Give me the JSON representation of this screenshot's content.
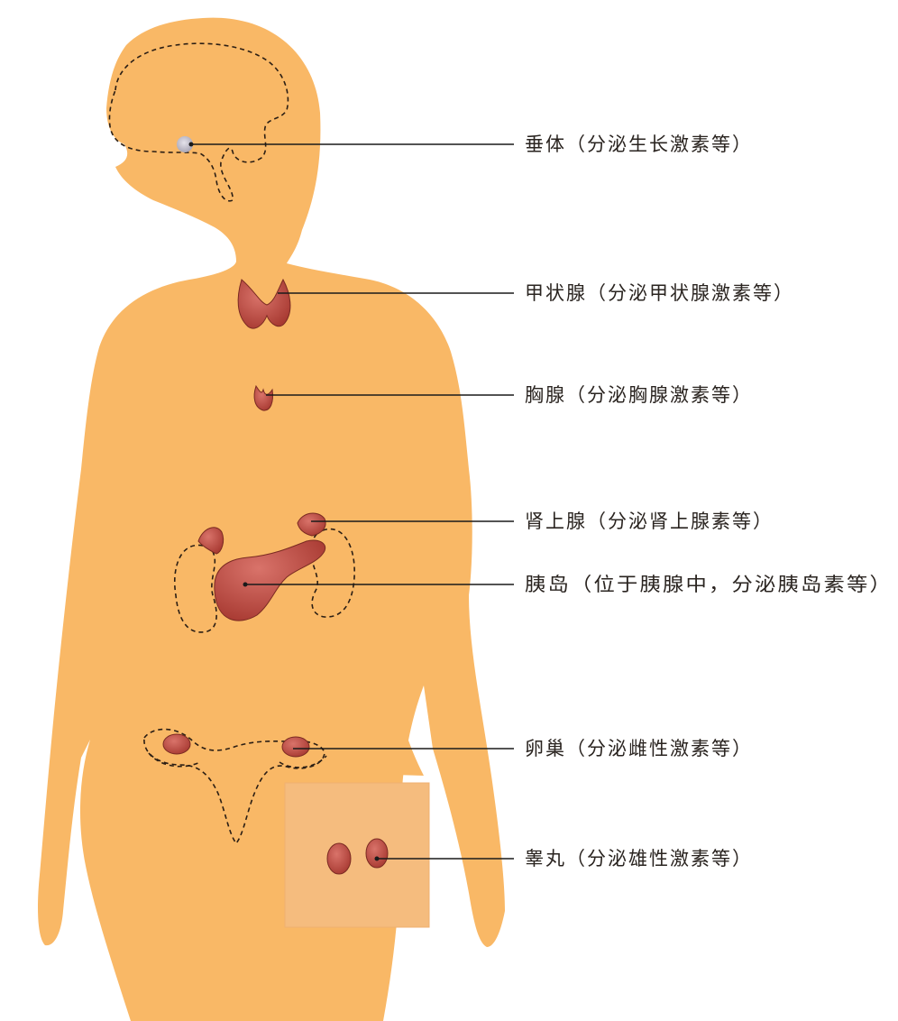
{
  "labels": {
    "pituitary": "垂体（分泌生长激素等）",
    "thyroid": "甲状腺（分泌甲状腺激素等）",
    "thymus": "胸腺（分泌胸腺激素等）",
    "adrenal": "肾上腺（分泌肾上腺素等）",
    "islets": "胰岛（位于胰腺中，分泌胰岛素等）",
    "ovary": "卵巢（分泌雌性激素等）",
    "testis": "睾丸（分泌雄性激素等）"
  },
  "colors": {
    "body": "#F9B866",
    "inset_panel": "#F5BC7E",
    "organ": "#B4423A",
    "organ_highlight": "#D9736A",
    "pituitary": "#C9C6D2",
    "outline": "#2B1E14",
    "leader_line": "#1A1A1A"
  }
}
